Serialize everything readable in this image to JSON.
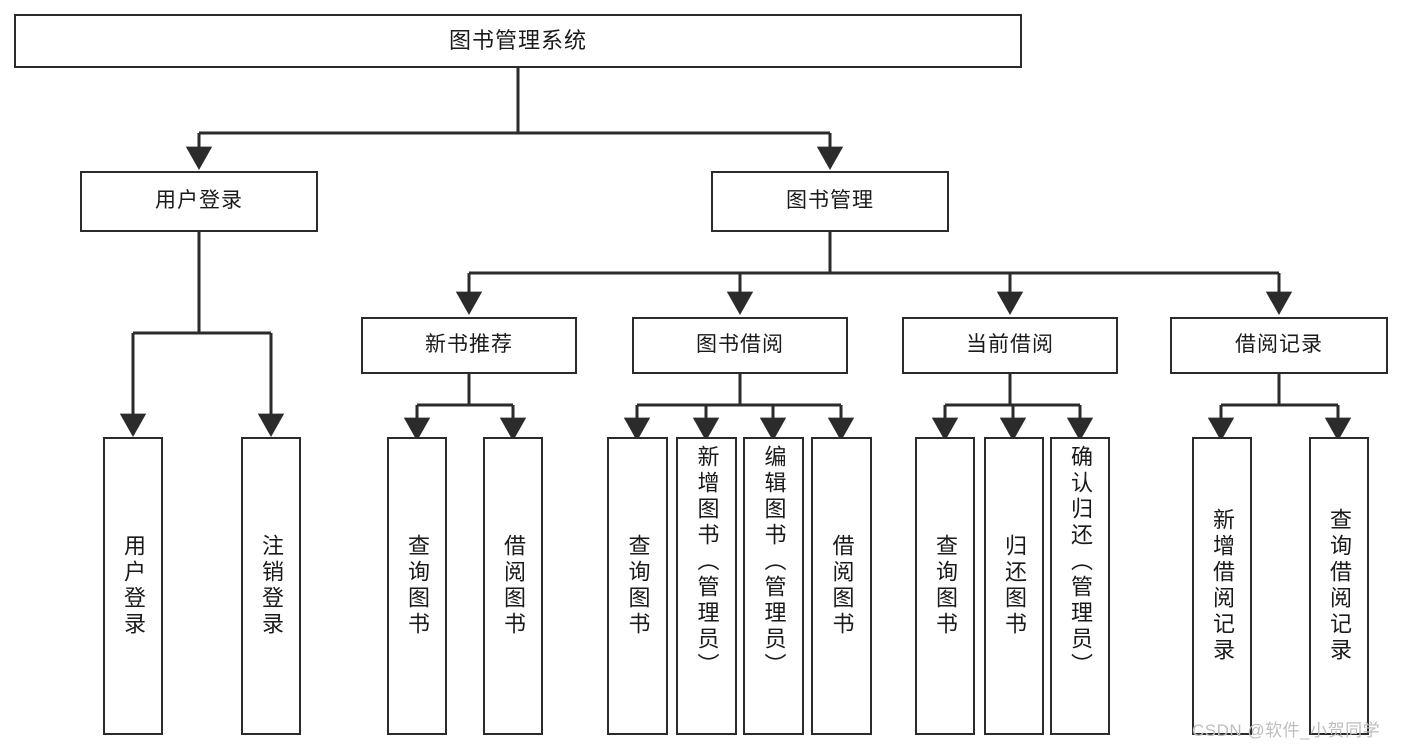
{
  "diagram": {
    "title": "图书管理系统",
    "type": "tree-hierarchy-diagram",
    "colors": {
      "stroke": "#2b2b2b",
      "fill": "#ffffff",
      "text": "#1a1a1a",
      "watermark": "#bdbdbd"
    },
    "levels": {
      "root": {
        "label": "图书管理系统"
      },
      "level2": [
        {
          "label": "用户登录"
        },
        {
          "label": "图书管理"
        }
      ],
      "level3": [
        {
          "label": "新书推荐"
        },
        {
          "label": "图书借阅"
        },
        {
          "label": "当前借阅"
        },
        {
          "label": "借阅记录"
        }
      ],
      "leaves_user_login": [
        {
          "label": "用户登录"
        },
        {
          "label": "注销登录"
        }
      ],
      "leaves_new_book": [
        {
          "label": "查询图书"
        },
        {
          "label": "借阅图书"
        }
      ],
      "leaves_borrow": [
        {
          "label": "查询图书"
        },
        {
          "label": "新增图书（管理员）"
        },
        {
          "label": "编辑图书（管理员）"
        },
        {
          "label": "借阅图书"
        }
      ],
      "leaves_current": [
        {
          "label": "查询图书"
        },
        {
          "label": "归还图书"
        },
        {
          "label": "确认归还（管理员）"
        }
      ],
      "leaves_record": [
        {
          "label": "新增借阅记录"
        },
        {
          "label": "查询借阅记录"
        }
      ]
    }
  },
  "watermark": {
    "text": "CSDN @软件_小贺同学"
  }
}
